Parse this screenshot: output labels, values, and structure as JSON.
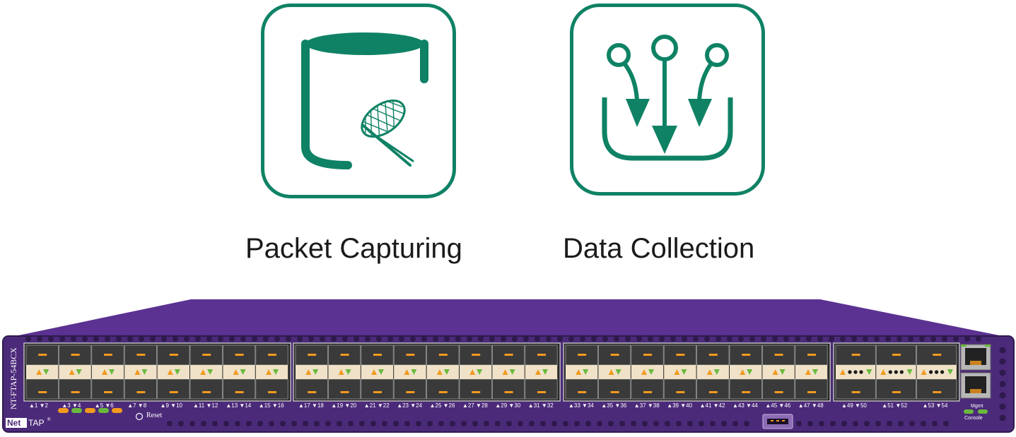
{
  "features": [
    {
      "label": "Packet Capturing",
      "icon": "database-net-icon"
    },
    {
      "label": "Data Collection",
      "icon": "converging-arrows-icon"
    }
  ],
  "device": {
    "model": "NT-FTAP-54BCX",
    "brand_prefix": "Net",
    "brand_suffix": "TAP",
    "registered": "®",
    "reset_label": "Reset",
    "mgmt_label": "Mgmt",
    "console_label": "Console",
    "colors": {
      "chassis": "#4c2a7a",
      "chassis_top": "#5b3191",
      "accent": "#0f8265",
      "led_orange": "#f39a1e",
      "led_green": "#6ab93e",
      "port_band": "#efe2c8"
    },
    "port_groups": [
      {
        "ports": [
          [
            1,
            2
          ],
          [
            3,
            4
          ],
          [
            5,
            6
          ],
          [
            7,
            8
          ],
          [
            9,
            10
          ],
          [
            11,
            12
          ],
          [
            13,
            14
          ],
          [
            15,
            16
          ]
        ]
      },
      {
        "ports": [
          [
            17,
            18
          ],
          [
            19,
            20
          ],
          [
            21,
            22
          ],
          [
            23,
            24
          ],
          [
            25,
            26
          ],
          [
            27,
            28
          ],
          [
            29,
            30
          ],
          [
            31,
            32
          ]
        ]
      },
      {
        "ports": [
          [
            33,
            34
          ],
          [
            35,
            36
          ],
          [
            37,
            38
          ],
          [
            39,
            40
          ],
          [
            41,
            42
          ],
          [
            43,
            44
          ],
          [
            45,
            46
          ],
          [
            47,
            48
          ]
        ]
      },
      {
        "ports": [
          [
            49,
            50
          ],
          [
            51,
            52
          ],
          [
            53,
            54
          ]
        ]
      }
    ]
  }
}
